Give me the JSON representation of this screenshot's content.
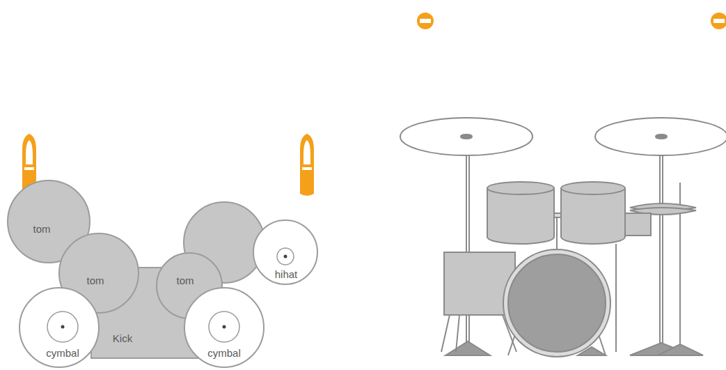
{
  "diagram": {
    "nodes": [
      {
        "text": [
          "tom"
        ]
      },
      {
        "text": [
          "tom"
        ]
      },
      {
        "text": [
          "tom"
        ]
      },
      {
        "text": [
          "hihat"
        ]
      },
      {
        "text": [
          "cymbal"
        ]
      },
      {
        "text": [
          "Kick"
        ]
      },
      {
        "text": [
          "cymbal"
        ]
      }
    ]
  }
}
